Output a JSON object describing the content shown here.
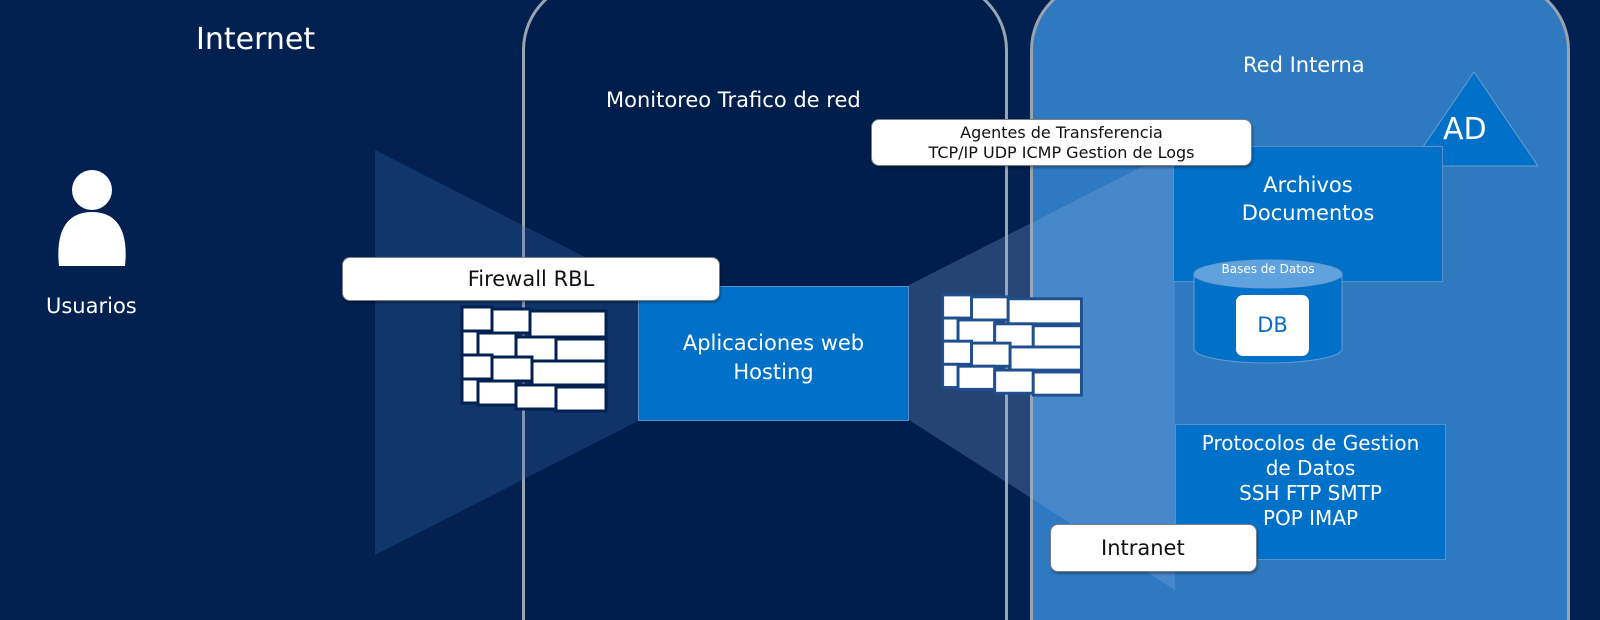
{
  "zones": {
    "internet": "Internet",
    "monitoring": "Monitoreo Trafico de red",
    "internal": "Red Interna"
  },
  "users": {
    "label": "Usuarios",
    "icon": "user-icon"
  },
  "firewall_label": "Firewall RBL",
  "agents": {
    "line1": "Agentes de Transferencia",
    "line2": "TCP/IP UDP ICMP Gestion de Logs"
  },
  "web_apps": {
    "line1": "Aplicaciones web",
    "line2": "Hosting"
  },
  "files": {
    "line1": "Archivos",
    "line2": "Documentos"
  },
  "ad": "AD",
  "database": {
    "title": "Bases de Datos",
    "label": "DB"
  },
  "protocols": {
    "line1": "Protocolos de Gestion",
    "line2": "de Datos",
    "line3": "SSH FTP SMTP",
    "line4": "POP IMAP"
  },
  "intranet": "Intranet",
  "colors": {
    "background": "#022050",
    "internal": "#2f79c0",
    "box": "#0071c9"
  }
}
